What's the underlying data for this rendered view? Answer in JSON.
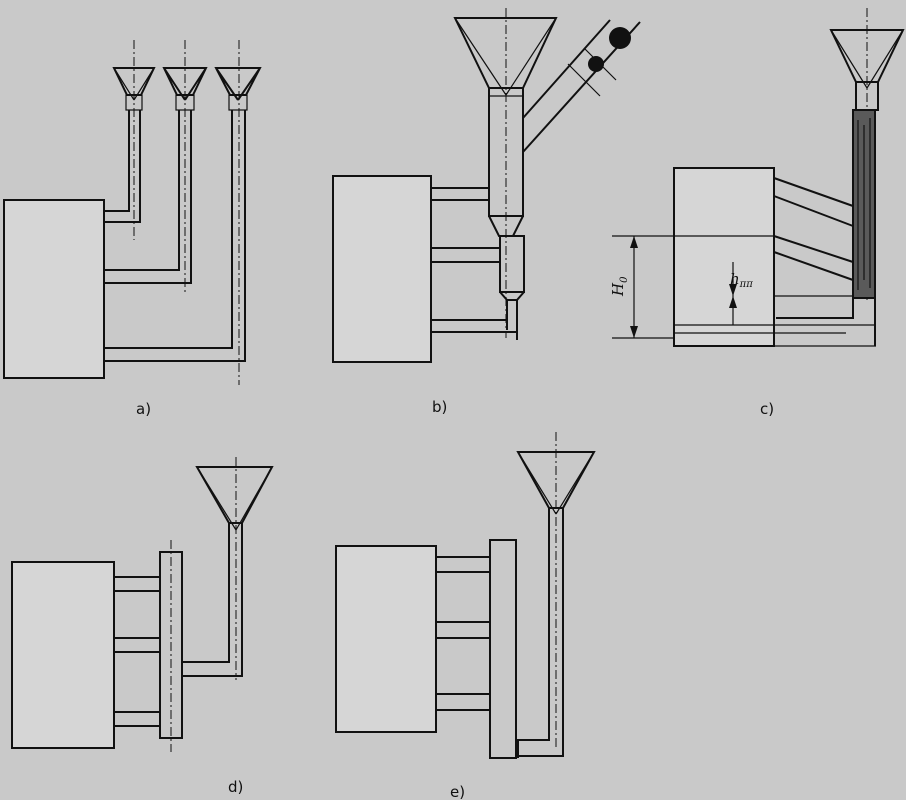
{
  "figure": {
    "panels": [
      {
        "label": "a)"
      },
      {
        "label": "b)"
      },
      {
        "label": "c)"
      },
      {
        "label": "d)"
      },
      {
        "label": "e)"
      }
    ],
    "annotations": {
      "H_main": "H",
      "H_sub": "0",
      "h_main": "h",
      "h_sub": "ππ"
    }
  }
}
